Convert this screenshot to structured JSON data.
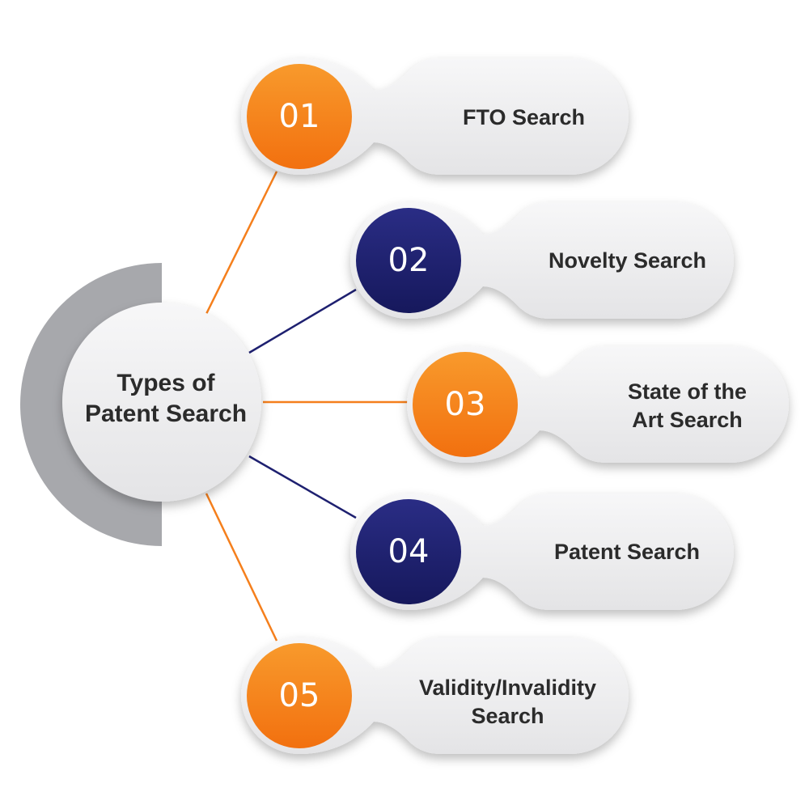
{
  "hub": {
    "line1": "Types of",
    "line2": "Patent Search"
  },
  "items": [
    {
      "number": "01",
      "label_lines": [
        "FTO Search"
      ],
      "color": "#f57f1c"
    },
    {
      "number": "02",
      "label_lines": [
        "Novelty Search"
      ],
      "color": "#1e2070"
    },
    {
      "number": "03",
      "label_lines": [
        "State of the",
        "Art Search"
      ],
      "color": "#f57f1c"
    },
    {
      "number": "04",
      "label_lines": [
        "Patent Search"
      ],
      "color": "#1e2070"
    },
    {
      "number": "05",
      "label_lines": [
        "Validity/Invalidity",
        "Search"
      ],
      "color": "#f57f1c"
    }
  ],
  "colors": {
    "orange": "#f57f1c",
    "navy": "#1e2070",
    "arc_gray": "#a7a8ac",
    "card_light": "#f2f2f3",
    "text_dark": "#2b2b2b"
  }
}
